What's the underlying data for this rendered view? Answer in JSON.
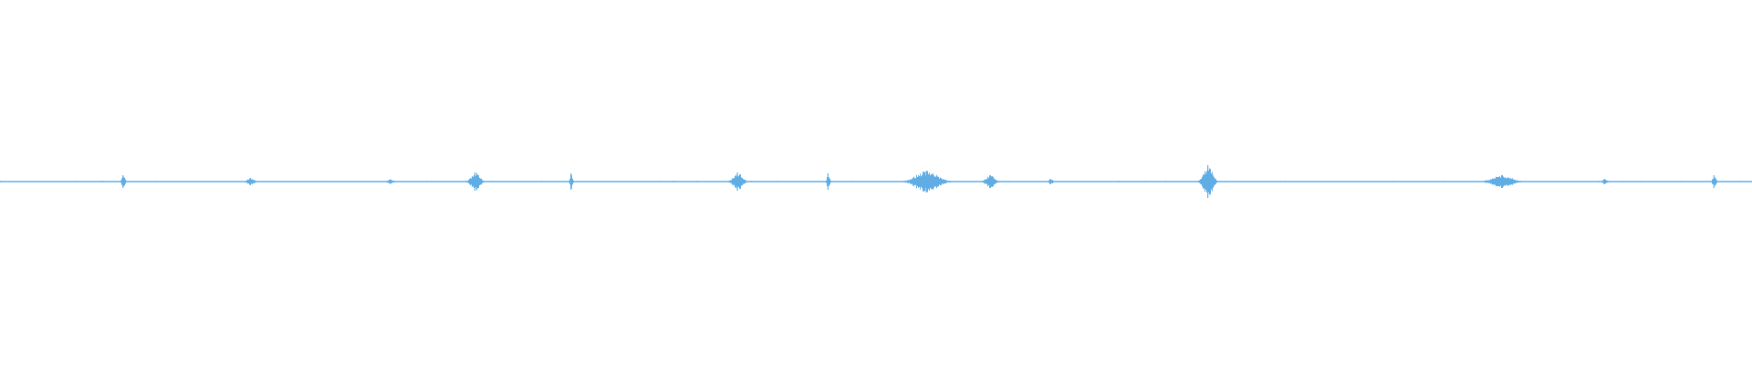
{
  "chart_data": {
    "type": "waveform",
    "color": "#5fade4",
    "background": "#ffffff",
    "amplitude_range": [
      -1,
      1
    ],
    "time_range": [
      0,
      1
    ],
    "bursts": [
      {
        "t": 0.0702,
        "amp": 0.035,
        "dur": 0.0015
      },
      {
        "t": 0.1429,
        "amp": 0.02,
        "dur": 0.003
      },
      {
        "t": 0.2226,
        "amp": 0.012,
        "dur": 0.003
      },
      {
        "t": 0.2711,
        "amp": 0.05,
        "dur": 0.004
      },
      {
        "t": 0.3259,
        "amp": 0.045,
        "dur": 0.0012
      },
      {
        "t": 0.4209,
        "amp": 0.05,
        "dur": 0.004
      },
      {
        "t": 0.4726,
        "amp": 0.045,
        "dur": 0.0012
      },
      {
        "t": 0.5287,
        "amp": 0.06,
        "dur": 0.01
      },
      {
        "t": 0.5651,
        "amp": 0.035,
        "dur": 0.004
      },
      {
        "t": 0.5995,
        "amp": 0.015,
        "dur": 0.002
      },
      {
        "t": 0.6894,
        "amp": 0.09,
        "dur": 0.004
      },
      {
        "t": 0.8571,
        "amp": 0.035,
        "dur": 0.009
      },
      {
        "t": 0.9158,
        "amp": 0.015,
        "dur": 0.002
      },
      {
        "t": 0.9783,
        "amp": 0.035,
        "dur": 0.0015
      }
    ],
    "noise_floor": 0.004
  }
}
